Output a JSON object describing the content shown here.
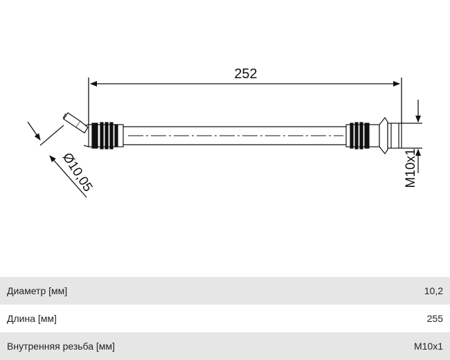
{
  "drawing": {
    "dimension_length": "252",
    "dimension_diameter": "Ø10,05",
    "dimension_thread": "M10x1"
  },
  "specs": [
    {
      "label": "Диаметр [мм]",
      "value": "10,2"
    },
    {
      "label": "Длина [мм]",
      "value": "255"
    },
    {
      "label": "Внутренняя резьба [мм]",
      "value": "M10x1"
    }
  ]
}
